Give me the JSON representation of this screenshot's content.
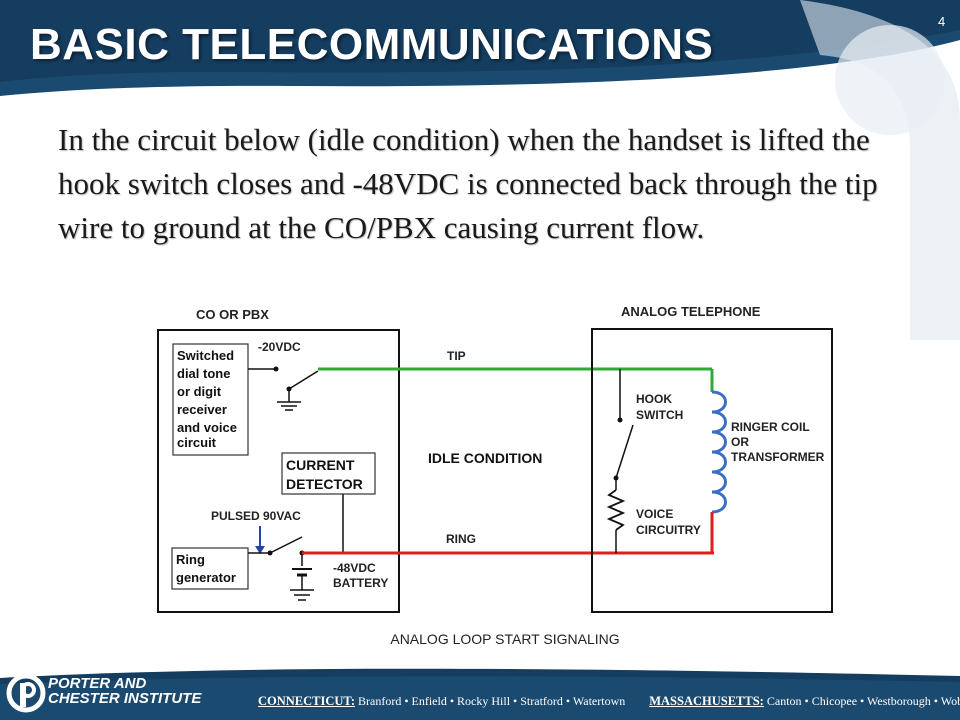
{
  "slide": {
    "title": "BASIC TELECOMMUNICATIONS",
    "page_number": "4",
    "body": "In the circuit below (idle condition) when the handset is lifted the hook switch closes and -48VDC is connected back through the tip wire to ground at the CO/PBX causing current flow."
  },
  "diagram": {
    "co_label": "CO OR PBX",
    "phone_label": "ANALOG TELEPHONE",
    "switched_box": [
      "Switched",
      "dial tone",
      "or digit",
      "receiver",
      "and voice",
      "circuit"
    ],
    "minus20": "-20VDC",
    "tip": "TIP",
    "ring": "RING",
    "current_detector": [
      "CURRENT",
      "DETECTOR"
    ],
    "idle": "IDLE CONDITION",
    "pulsed": "PULSED 90VAC",
    "ring_generator": [
      "Ring",
      "generator"
    ],
    "battery": [
      "-48VDC",
      "BATTERY"
    ],
    "hook_switch": [
      "HOOK",
      "SWITCH"
    ],
    "voice_circuitry": [
      "VOICE",
      "CIRCUITRY"
    ],
    "ringer": [
      "RINGER COIL",
      "OR",
      "TRANSFORMER"
    ],
    "caption": "ANALOG LOOP START SIGNALING"
  },
  "footer": {
    "brand_line1": "PORTER AND",
    "brand_line2": "CHESTER INSTITUTE",
    "ct_label": "CONNECTICUT:",
    "ct_towns": "Branford • Enfield • Rocky Hill • Stratford • Watertown",
    "ma_label": "MASSACHUSETTS:",
    "ma_towns": "Canton • Chicopee • Westborough • Woburn"
  },
  "colors": {
    "navy": "#143a5a",
    "tip_wire": "#2eaa3a",
    "ring_wire": "#e01e1e",
    "coil": "#3b6fc4"
  }
}
